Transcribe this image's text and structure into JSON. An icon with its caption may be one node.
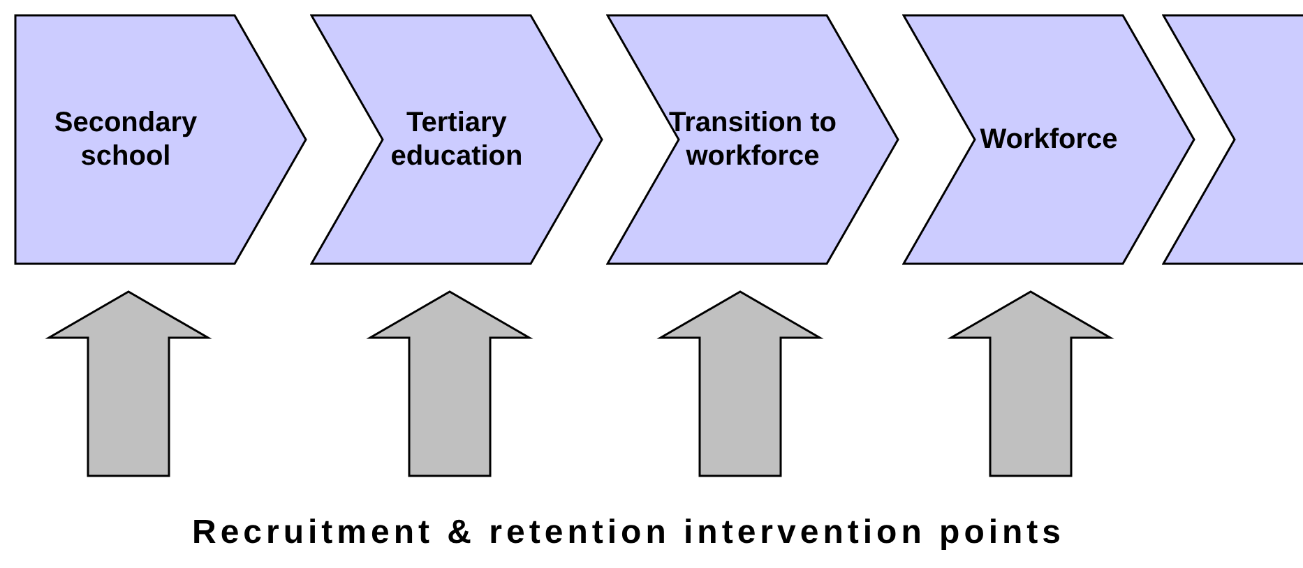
{
  "diagram": {
    "caption": "Recruitment & retention intervention points",
    "nodes": [
      {
        "text": [
          "Secondary school"
        ]
      },
      {
        "text": [
          "Tertiary education"
        ]
      },
      {
        "text": [
          "Transition to workforce"
        ]
      },
      {
        "text": [
          "Workforce"
        ]
      },
      {
        "text": [],
        "shape": "chevron"
      }
    ],
    "edges": [
      {
        "from": null,
        "to": 0,
        "arrow": "to"
      },
      {
        "from": null,
        "to": 1,
        "arrow": "to"
      },
      {
        "from": null,
        "to": 2,
        "arrow": "to"
      },
      {
        "from": null,
        "to": 3,
        "arrow": "to"
      }
    ]
  }
}
